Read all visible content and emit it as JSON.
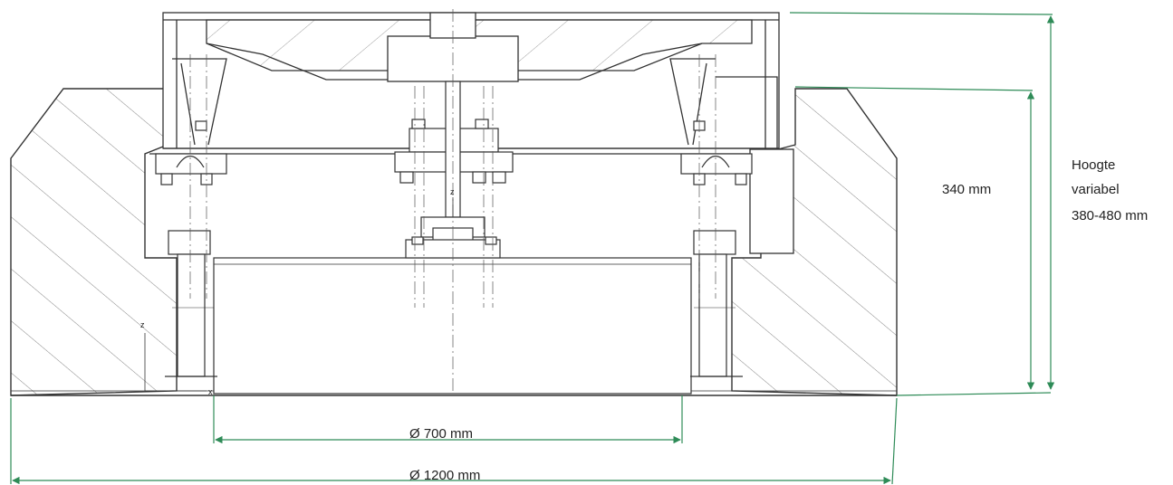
{
  "labels": {
    "diameter_outer": "Ø 1200 mm",
    "diameter_inner": "Ø 700 mm",
    "height_fixed": "340 mm",
    "height_variable_line1": "Hoogte",
    "height_variable_line2": "variabel",
    "height_variable_line3": "380-480 mm",
    "axis_z": "z",
    "axis_x": "x"
  },
  "colors": {
    "dimension_line": "#2e8b57",
    "drawing_line": "#333333",
    "hatch": "#555555",
    "text": "#222222"
  }
}
